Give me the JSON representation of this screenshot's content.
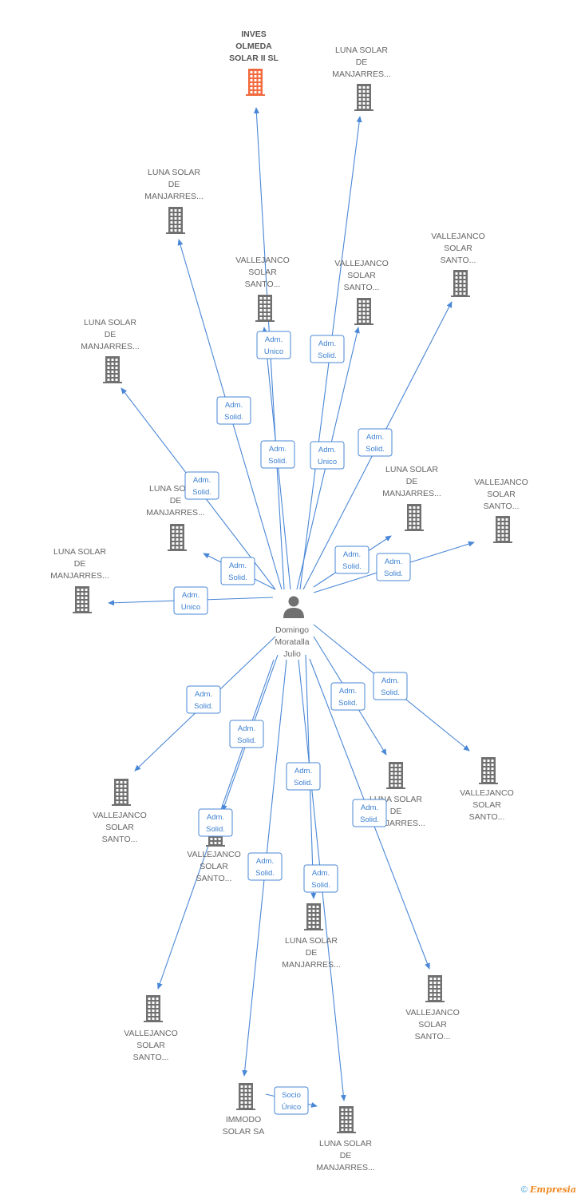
{
  "center": {
    "name_lines": [
      "Domingo",
      "Moratalla",
      "Julio"
    ]
  },
  "colors": {
    "edge": "#4a87d6",
    "building": "#707070",
    "highlight": "#f26a3d",
    "label": "#666666"
  },
  "companies": [
    {
      "id": "c0",
      "lines": [
        "INVES",
        "OLMEDA",
        "SOLAR II SL"
      ],
      "highlight": true
    },
    {
      "id": "c1",
      "lines": [
        "LUNA SOLAR",
        "DE",
        "MANJARRES..."
      ]
    },
    {
      "id": "c2",
      "lines": [
        "LUNA SOLAR",
        "DE",
        "MANJARRES..."
      ]
    },
    {
      "id": "c3",
      "lines": [
        "VALLEJANCO",
        "SOLAR",
        "SANTO..."
      ]
    },
    {
      "id": "c4",
      "lines": [
        "VALLEJANCO",
        "SOLAR",
        "SANTO..."
      ]
    },
    {
      "id": "c5",
      "lines": [
        "VALLEJANCO",
        "SOLAR",
        "SANTO..."
      ]
    },
    {
      "id": "c6",
      "lines": [
        "LUNA SOLAR",
        "DE",
        "MANJARRES..."
      ]
    },
    {
      "id": "c7",
      "lines": [
        "LUNA SOLAR",
        "DE",
        "MANJARRES..."
      ]
    },
    {
      "id": "c8",
      "lines": [
        "LUNA SOLAR",
        "DE",
        "MANJARRES..."
      ]
    },
    {
      "id": "c9",
      "lines": [
        "VALLEJANCO",
        "SOLAR",
        "SANTO..."
      ]
    },
    {
      "id": "c10",
      "lines": [
        "LUNA SOLAR",
        "DE",
        "MANJARRES..."
      ]
    },
    {
      "id": "c11",
      "lines": [
        "VALLEJANCO",
        "SOLAR",
        "SANTO..."
      ]
    },
    {
      "id": "c12",
      "lines": [
        "LUNA SOLAR",
        "DE",
        "MANJARRES..."
      ]
    },
    {
      "id": "c13",
      "lines": [
        "VALLEJANCO",
        "SOLAR",
        "SANTO..."
      ]
    },
    {
      "id": "c14",
      "lines": [
        "VALLEJANCO",
        "SOLAR",
        "SANTO..."
      ]
    },
    {
      "id": "c15",
      "lines": [
        "LUNA SOLAR",
        "DE",
        "MANJARRES..."
      ]
    },
    {
      "id": "c16",
      "lines": [
        "VALLEJANCO",
        "SOLAR",
        "SANTO..."
      ]
    },
    {
      "id": "c17",
      "lines": [
        "VALLEJANCO",
        "SOLAR",
        "SANTO..."
      ]
    },
    {
      "id": "c18",
      "lines": [
        "IMMODO",
        "SOLAR SA"
      ]
    },
    {
      "id": "c19",
      "lines": [
        "LUNA SOLAR",
        "DE",
        "MANJARRES..."
      ]
    }
  ],
  "relations": [
    {
      "from": "center",
      "to": "c0",
      "label": [
        "Adm.",
        "Unico"
      ]
    },
    {
      "from": "center",
      "to": "c1",
      "label": [
        "Adm.",
        "Solid."
      ]
    },
    {
      "from": "center",
      "to": "c2",
      "label": [
        "Adm.",
        "Solid."
      ]
    },
    {
      "from": "center",
      "to": "c3",
      "label": [
        "Adm.",
        "Solid."
      ]
    },
    {
      "from": "center",
      "to": "c4",
      "label": [
        "Adm.",
        "Solid."
      ]
    },
    {
      "from": "center",
      "to": "c5",
      "label": [
        "Adm.",
        "Unico"
      ]
    },
    {
      "from": "center",
      "to": "c6",
      "label": [
        "Adm.",
        "Solid."
      ]
    },
    {
      "from": "center",
      "to": "c7",
      "label": [
        "Adm.",
        "Solid."
      ]
    },
    {
      "from": "center",
      "to": "c8",
      "label": [
        "Adm.",
        "Solid."
      ]
    },
    {
      "from": "center",
      "to": "c9",
      "label": [
        "Adm.",
        "Solid."
      ]
    },
    {
      "from": "center",
      "to": "c10",
      "label": [
        "Adm.",
        "Unico"
      ]
    },
    {
      "from": "center",
      "to": "c11",
      "label": [
        "Adm.",
        "Solid."
      ]
    },
    {
      "from": "center",
      "to": "c12",
      "label": [
        "Adm.",
        "Solid."
      ]
    },
    {
      "from": "center",
      "to": "c13",
      "label": [
        "Adm.",
        "Solid."
      ]
    },
    {
      "from": "center",
      "to": "c14",
      "label": [
        "Adm.",
        "Solid."
      ]
    },
    {
      "from": "center",
      "to": "c15",
      "label": [
        "Adm.",
        "Solid."
      ]
    },
    {
      "from": "center",
      "to": "c16",
      "label": [
        "Adm.",
        "Solid."
      ]
    },
    {
      "from": "center",
      "to": "c17",
      "label": [
        "Adm.",
        "Solid."
      ]
    },
    {
      "from": "center",
      "to": "c18",
      "label": [
        "Adm.",
        "Solid."
      ]
    },
    {
      "from": "center",
      "to": "c19",
      "label": [
        "Adm.",
        "Solid."
      ]
    },
    {
      "from": "c18",
      "to": "c19",
      "label": [
        "Socio",
        "Único"
      ]
    }
  ],
  "footer": {
    "copyright": "©",
    "brand": "Empresia"
  }
}
